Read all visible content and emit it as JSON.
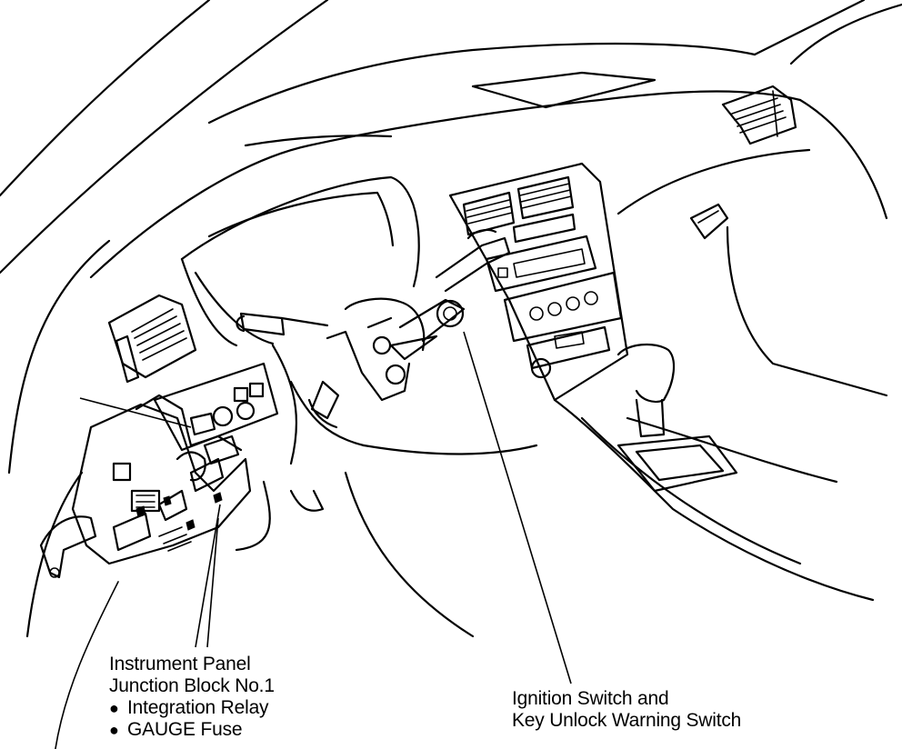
{
  "callouts": {
    "junction_block": {
      "lines": [
        "Instrument Panel",
        "Junction Block No.1",
        "Integration Relay",
        "GAUGE Fuse"
      ]
    },
    "ignition_switch": {
      "lines": [
        "Ignition Switch and",
        "Key Unlock  Warning Switch"
      ]
    }
  },
  "components": {
    "junction_block_icon": "junction-block",
    "ignition_switch_icon": "ignition-switch"
  }
}
